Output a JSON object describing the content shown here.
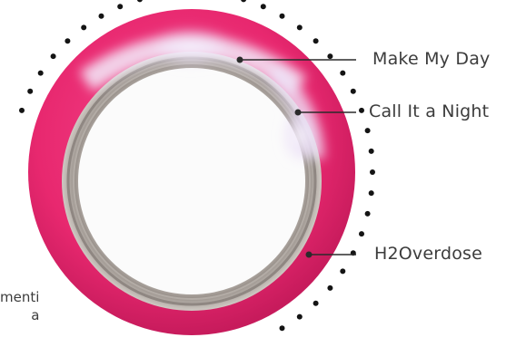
{
  "labels": {
    "top": "Make My Day",
    "middle": "Call It a Night",
    "bottom": "H2Overdose"
  },
  "cut_off_label": {
    "line1": "menti",
    "line2": "a"
  },
  "colors": {
    "outer_ring": "#e8286f",
    "outer_ring_dark": "#c71b5c",
    "inner_ring": "#9a928c",
    "inner_ring_light": "#d9d4cf",
    "center": "#fbfbfb",
    "glow": "#e9dcf6",
    "dots": "#141414",
    "leader_lines": "#2b2b2b"
  },
  "icons": [
    "dotted-arc",
    "compact-shell",
    "mirror-well"
  ]
}
